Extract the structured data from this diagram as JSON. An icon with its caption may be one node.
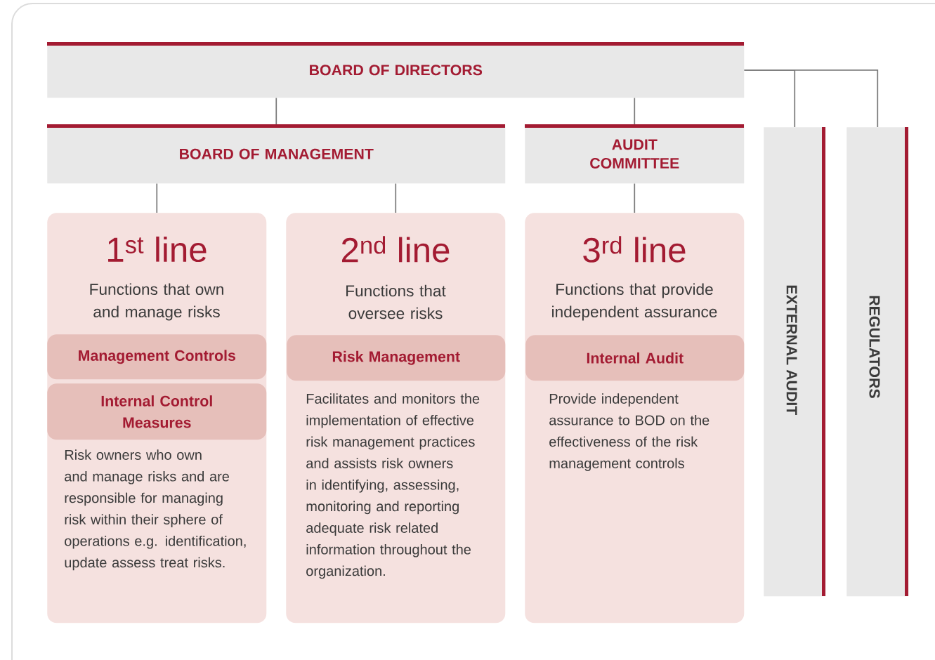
{
  "diagram": {
    "nodes": [
      {
        "text": [
          "BOARD OF DIRECTORS"
        ]
      },
      {
        "text": [
          "BOARD OF MANAGEMENT"
        ]
      },
      {
        "text": [
          "AUDIT COMMITTEE"
        ]
      },
      {
        "text": [
          "1$^{st}$ line",
          "Functions that own and manage risks",
          "Risk owners who own and manage risks and are responsible for managing risk within their sphere of operations e.g. identification, update assess treat risks."
        ]
      },
      {
        "text": [
          "Management Controls"
        ],
        "in": 3
      },
      {
        "text": [
          "Internal Control Measures"
        ],
        "in": 3
      },
      {
        "text": [
          "2$^{nd}$ line",
          "Functions that oversee risks",
          "Facilitates and monitors the implementation of effective risk management practices and assists risk owners in identifying, assessing, monitoring and reporting adequate risk related information throughout the organization."
        ]
      },
      {
        "text": [
          "Risk Management"
        ],
        "in": 6
      },
      {
        "text": [
          "3$^{rd}$ line",
          "Functions that provide independent assurance",
          "Provide independent assurance to BOD on the effectiveness of the risk management controls"
        ]
      },
      {
        "text": [
          "Internal Audit"
        ],
        "in": 8
      },
      {
        "text": [
          "EXTERNAL AUDIT"
        ]
      },
      {
        "text": [
          "REGULATORS"
        ]
      }
    ],
    "edges": [
      {
        "from": 0,
        "to": 1,
        "arrow": "none"
      },
      {
        "from": 0,
        "to": 2,
        "arrow": "none"
      },
      {
        "from": 1,
        "to": 3,
        "arrow": "none"
      },
      {
        "from": 1,
        "to": 6,
        "arrow": "none"
      },
      {
        "from": 2,
        "to": 8,
        "arrow": "none"
      },
      {
        "from": 0,
        "to": 10,
        "arrow": "none"
      },
      {
        "from": 0,
        "to": 11,
        "arrow": "none"
      }
    ]
  }
}
